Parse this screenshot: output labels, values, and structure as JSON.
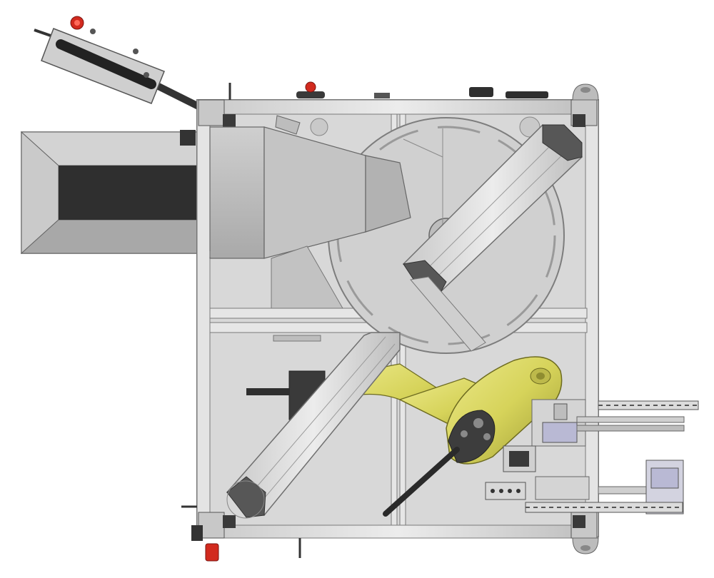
{
  "colors": {
    "background": "#ffffff",
    "frame_panel": "#d6d6d6",
    "aluminum_profile": "#dcdcdc",
    "profile_outline": "#7a7a7a",
    "dark_metal": "#3a3a3a",
    "robot_yellow": "#d9d65c",
    "emergency_stop_red": "#d22a1e",
    "hood_gray": "#b9b9b9",
    "conveyor_dark": "#2f2f2f"
  },
  "components": [
    "handheld-control-pendant",
    "feed-hopper-chute",
    "enclosure-frame",
    "rotary-table",
    "diagonal-beam-upper",
    "diagonal-beam-lower",
    "robot-arm",
    "linear-slide-upper",
    "linear-slide-lower",
    "cable-chain-upper",
    "cable-chain-lower",
    "gripper-tool",
    "valve-manifold",
    "emergency-stop-top",
    "emergency-stop-bottom",
    "mounting-foot-top-right",
    "mounting-foot-bottom-right"
  ]
}
